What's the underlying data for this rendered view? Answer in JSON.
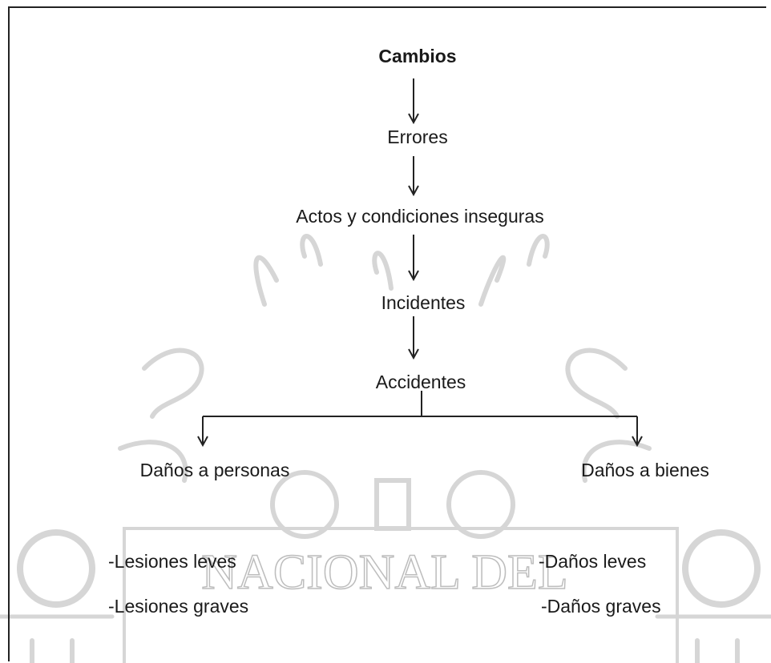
{
  "diagram": {
    "nodes": {
      "cambios": "Cambios",
      "errores": "Errores",
      "actos": "Actos y condiciones inseguras",
      "incidentes": "Incidentes",
      "accidentes": "Accidentes",
      "danos_personas": "Daños a personas",
      "danos_bienes": "Daños a bienes"
    },
    "lists": {
      "personas": [
        "-Lesiones leves",
        "-Lesiones graves"
      ],
      "bienes": [
        "-Daños leves",
        "-Daños graves"
      ]
    }
  },
  "watermark": {
    "text": "NACIONAL DEL",
    "color": "#cfcfcf"
  }
}
